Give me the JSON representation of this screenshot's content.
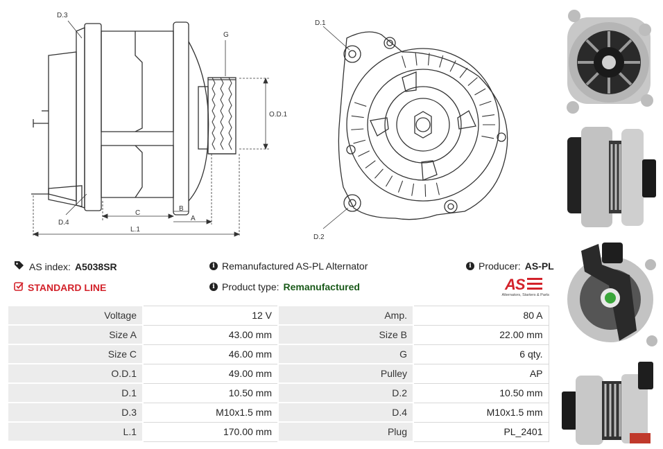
{
  "drawing_side": {
    "labels": {
      "d3": "D.3",
      "g": "G",
      "od1": "O.D.1",
      "c": "C",
      "b": "B",
      "a": "A",
      "d4": "D.4",
      "l1": "L.1"
    }
  },
  "drawing_front": {
    "labels": {
      "d1": "D.1",
      "d2": "D.2"
    }
  },
  "info": {
    "as_index_label": "AS index:",
    "as_index_value": "A5038SR",
    "line_label": "STANDARD LINE",
    "remanufactured_text": "Remanufactured AS-PL Alternator",
    "product_type_label": "Product type:",
    "product_type_value": "Remanufactured",
    "producer_label": "Producer:",
    "producer_value": "AS-PL",
    "logo_text": "AS",
    "logo_tagline": "Alternators, Starters & Parts"
  },
  "spec_rows": [
    {
      "l1": "Voltage",
      "v1": "12 V",
      "l2": "Amp.",
      "v2": "80 A"
    },
    {
      "l1": "Size A",
      "v1": "43.00 mm",
      "l2": "Size B",
      "v2": "22.00 mm"
    },
    {
      "l1": "Size C",
      "v1": "46.00 mm",
      "l2": "G",
      "v2": "6 qty."
    },
    {
      "l1": "O.D.1",
      "v1": "49.00 mm",
      "l2": "Pulley",
      "v2": "AP"
    },
    {
      "l1": "D.1",
      "v1": "10.50 mm",
      "l2": "D.2",
      "v2": "10.50 mm"
    },
    {
      "l1": "D.3",
      "v1": "M10x1.5 mm",
      "l2": "D.4",
      "v2": "M10x1.5 mm"
    },
    {
      "l1": "L.1",
      "v1": "170.00 mm",
      "l2": "Plug",
      "v2": "PL_2401"
    }
  ],
  "colors": {
    "brand_red": "#d3222a",
    "product_green": "#1a5a1a",
    "label_bg": "#ececec"
  }
}
